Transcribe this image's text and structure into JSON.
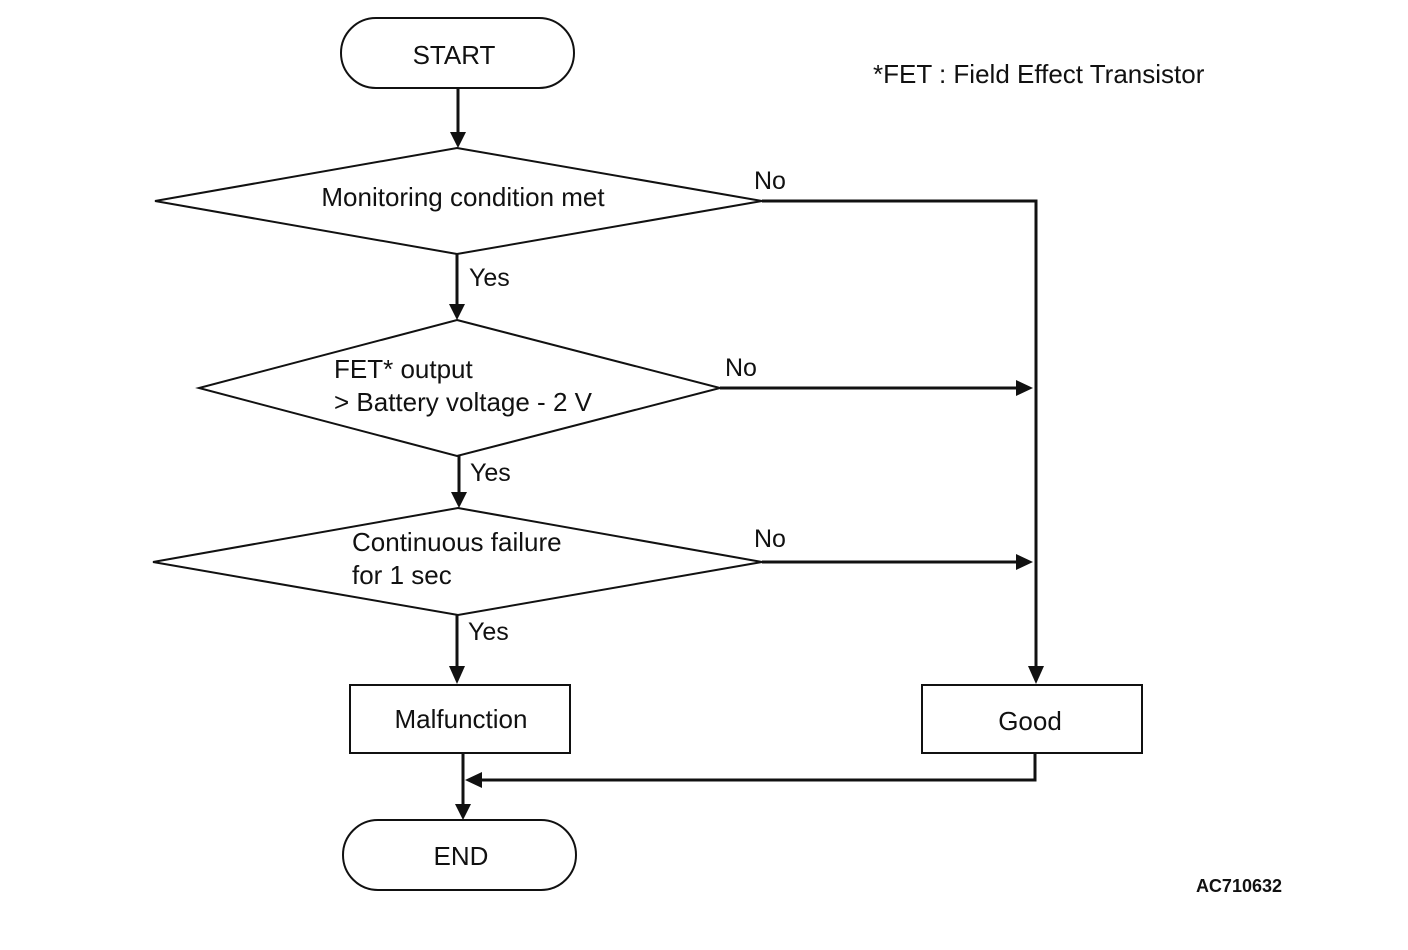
{
  "note": "*FET : Field Effect Transistor",
  "figure_id": "AC710632",
  "nodes": {
    "start": "START",
    "decision_monitoring": "Monitoring condition met",
    "decision_fet_line1": "FET* output",
    "decision_fet_line2": "> Battery voltage - 2 V",
    "decision_continuous_line1": "Continuous failure",
    "decision_continuous_line2": "for 1 sec",
    "malfunction": "Malfunction",
    "good": "Good",
    "end": "END"
  },
  "branch_labels": {
    "yes": "Yes",
    "no": "No"
  },
  "colors": {
    "line": "#111111",
    "fill": "#ffffff",
    "text": "#111111"
  }
}
